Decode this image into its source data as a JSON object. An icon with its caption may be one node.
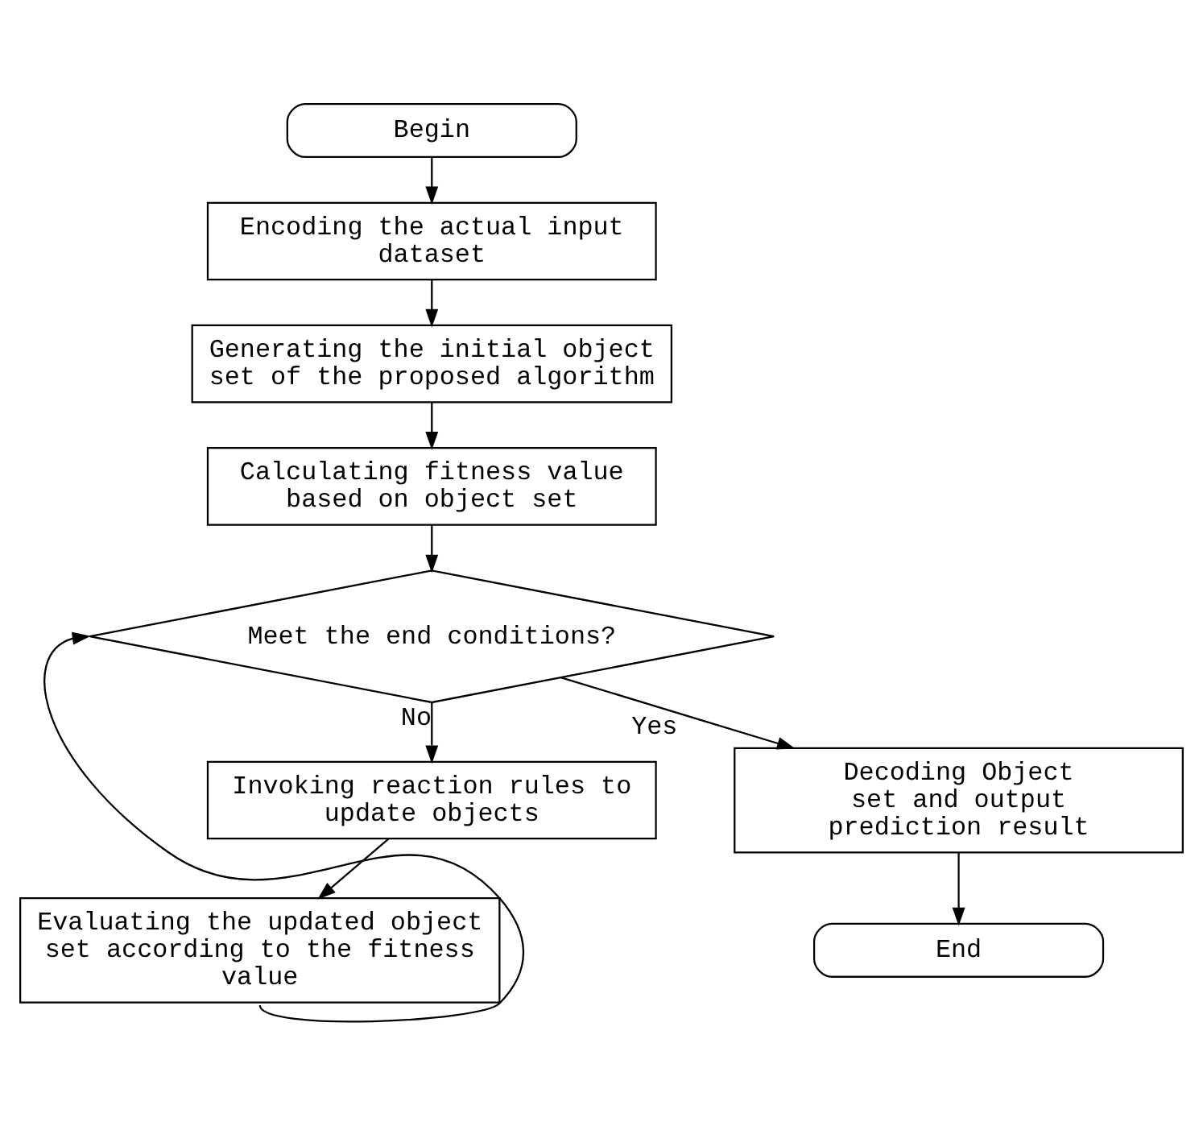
{
  "diagram": {
    "nodes": [
      {
        "text": [
          "Begin"
        ]
      },
      {
        "text": [
          "Encoding the actual input dataset"
        ]
      },
      {
        "text": [
          "Generating the initial object set of the proposed algorithm"
        ]
      },
      {
        "text": [
          "Calculating fitness value based on object set"
        ]
      },
      {
        "text": [
          "Meet the end conditions?"
        ]
      },
      {
        "text": [
          "Invoking reaction rules to update objects"
        ]
      },
      {
        "text": [
          "Evaluating the updated object set according to the fitness value"
        ]
      },
      {
        "text": [
          "Decoding Object set and output prediction result"
        ]
      },
      {
        "text": [
          "End"
        ]
      }
    ],
    "edges": [
      {
        "from": 0,
        "to": 1,
        "arrow": "to"
      },
      {
        "from": 1,
        "to": 2,
        "arrow": "to"
      },
      {
        "from": 2,
        "to": 3,
        "arrow": "to"
      },
      {
        "from": 3,
        "to": 4,
        "arrow": "to"
      },
      {
        "from": 4,
        "to": 5,
        "arrow": "to",
        "label": "No"
      },
      {
        "from": 4,
        "to": 7,
        "arrow": "to",
        "label": "Yes"
      },
      {
        "from": 5,
        "to": 6,
        "arrow": "to"
      },
      {
        "from": 6,
        "to": 4,
        "arrow": "to"
      },
      {
        "from": 7,
        "to": 8,
        "arrow": "to"
      }
    ]
  }
}
